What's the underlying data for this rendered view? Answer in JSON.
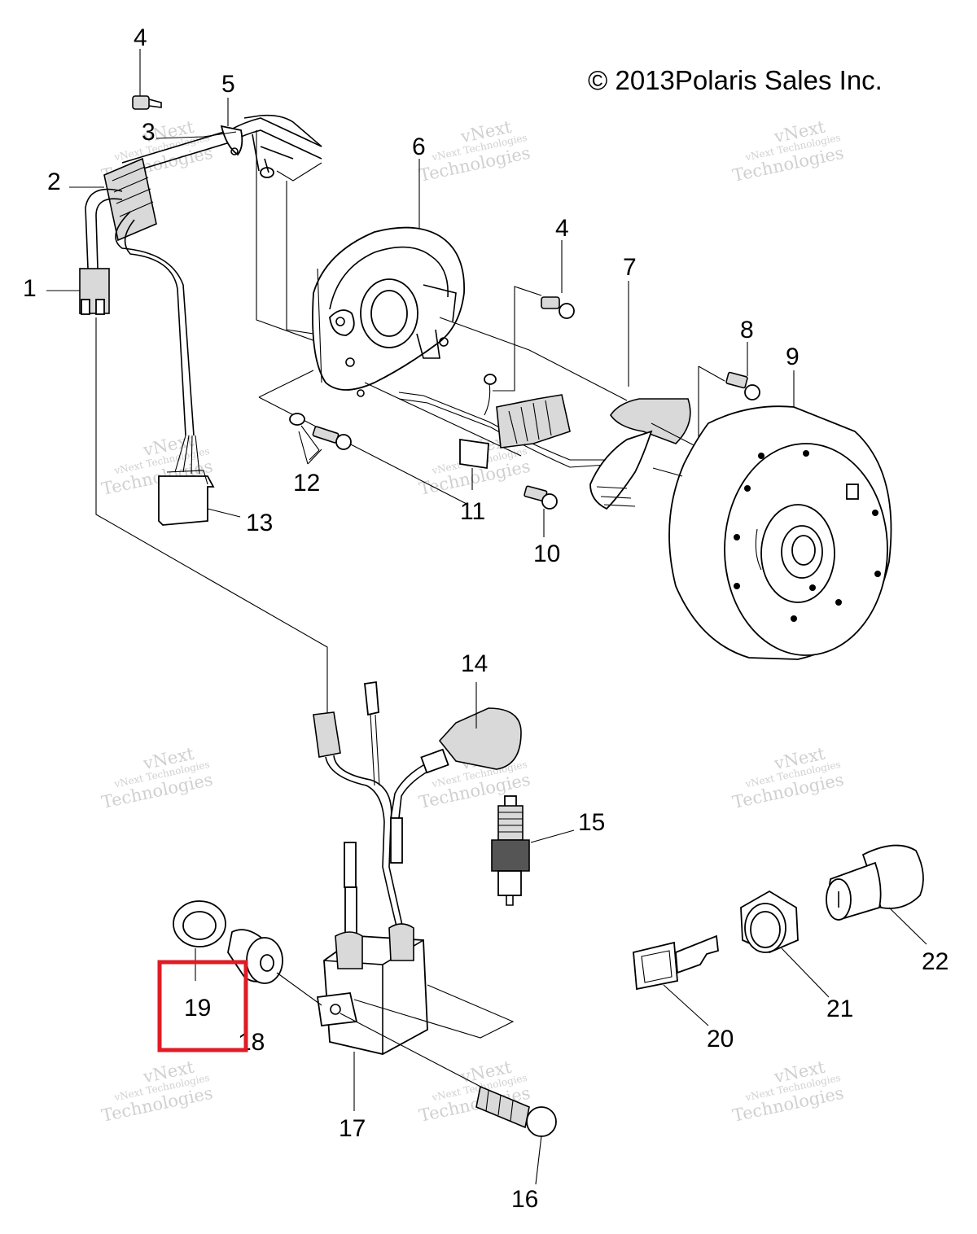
{
  "copyright": "© 2013Polaris Sales Inc.",
  "watermark": {
    "line1": "vNext Technologies",
    "line2": "vNext",
    "line3": "Technologies"
  },
  "labels": {
    "p1": "1",
    "p2": "2",
    "p3": "3",
    "p4a": "4",
    "p4b": "4",
    "p5": "5",
    "p6": "6",
    "p7": "7",
    "p8": "8",
    "p9": "9",
    "p10": "10",
    "p11": "11",
    "p12": "12",
    "p13": "13",
    "p14": "14",
    "p15": "15",
    "p16": "16",
    "p17": "17",
    "p18": "18",
    "p19": "19",
    "p20": "20",
    "p21": "21",
    "p22": "22"
  },
  "highlight": {
    "part": "19",
    "color": "#e01b24"
  }
}
